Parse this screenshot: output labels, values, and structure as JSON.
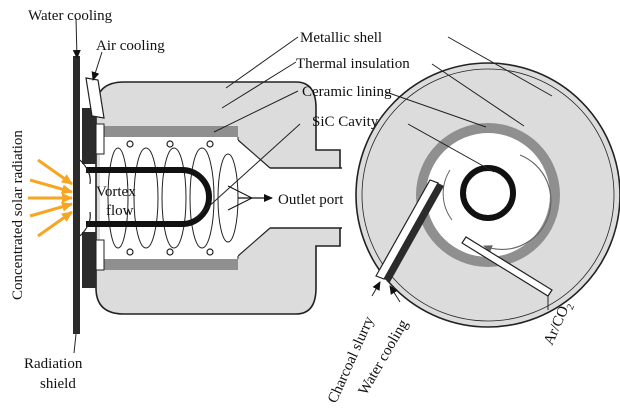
{
  "labels": {
    "water_cooling_top": "Water cooling",
    "air_cooling": "Air cooling",
    "metallic_shell": "Metallic shell",
    "thermal_insulation": "Thermal insulation",
    "ceramic_lining": "Ceramic lining",
    "sic_cavity": "SiC Cavity",
    "concentrated_solar_radiation": "Concentrated solar radiation",
    "vortex": "Vortex",
    "flow": "flow",
    "outlet_port": "Outlet port",
    "radiation": "Radiation",
    "shield": "shield",
    "charcoal_slurry": "Charcoal slurry",
    "water_cooling_bottom": "Water cooling",
    "ar_co": "Ar/CO",
    "ar_co_sub": "2"
  },
  "colors": {
    "insulation": "#dcdcdc",
    "lining": "#8f8f8f",
    "outline": "#222222",
    "cavity": "#111111",
    "shield": "#2b2b2b",
    "solar_arrows": "#f6a623"
  }
}
